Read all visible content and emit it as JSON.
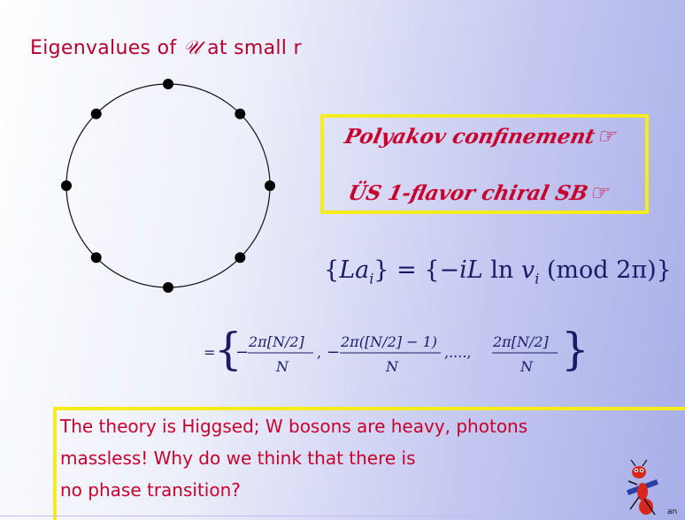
{
  "slide": {
    "title_prefix": "Eigenvalues of ",
    "title_symbol": "𝒰",
    "title_suffix": " at small r",
    "callouts": [
      {
        "text": "Polyakov confinement",
        "icon": "pointing-hand-icon"
      },
      {
        "text": "ÜS 1-flavor chiral SB",
        "icon": "pointing-hand-icon"
      }
    ],
    "equation_1": {
      "lhs_open": "{",
      "lhs_var": "La",
      "lhs_sub": "i",
      "lhs_close": "}",
      "equals": " = ",
      "rhs_open": "{−",
      "rhs_iL": "iL",
      "rhs_ln": " ln ",
      "rhs_v": "v",
      "rhs_sub": "i",
      "rhs_mod": " (mod 2π)}"
    },
    "equation_2": {
      "equals": "=",
      "term1_num": "2π[N/2]",
      "term1_den": "N",
      "term2_num": "2π([N/2] − 1)",
      "term2_den": "N",
      "ellipsis": ",....,",
      "term3_num": "2π[N/2]",
      "term3_den": "N"
    },
    "bottom_lines": [
      "The theory is Higgsed; W bosons are heavy, photons",
      "massless! Why do we think that there is",
      "no phase transition?"
    ],
    "mascot_label": "an",
    "colors": {
      "accent": "#c8002d",
      "highlight": "#f4ec1c",
      "equation": "#1a1a66"
    },
    "circle_points": 8
  }
}
